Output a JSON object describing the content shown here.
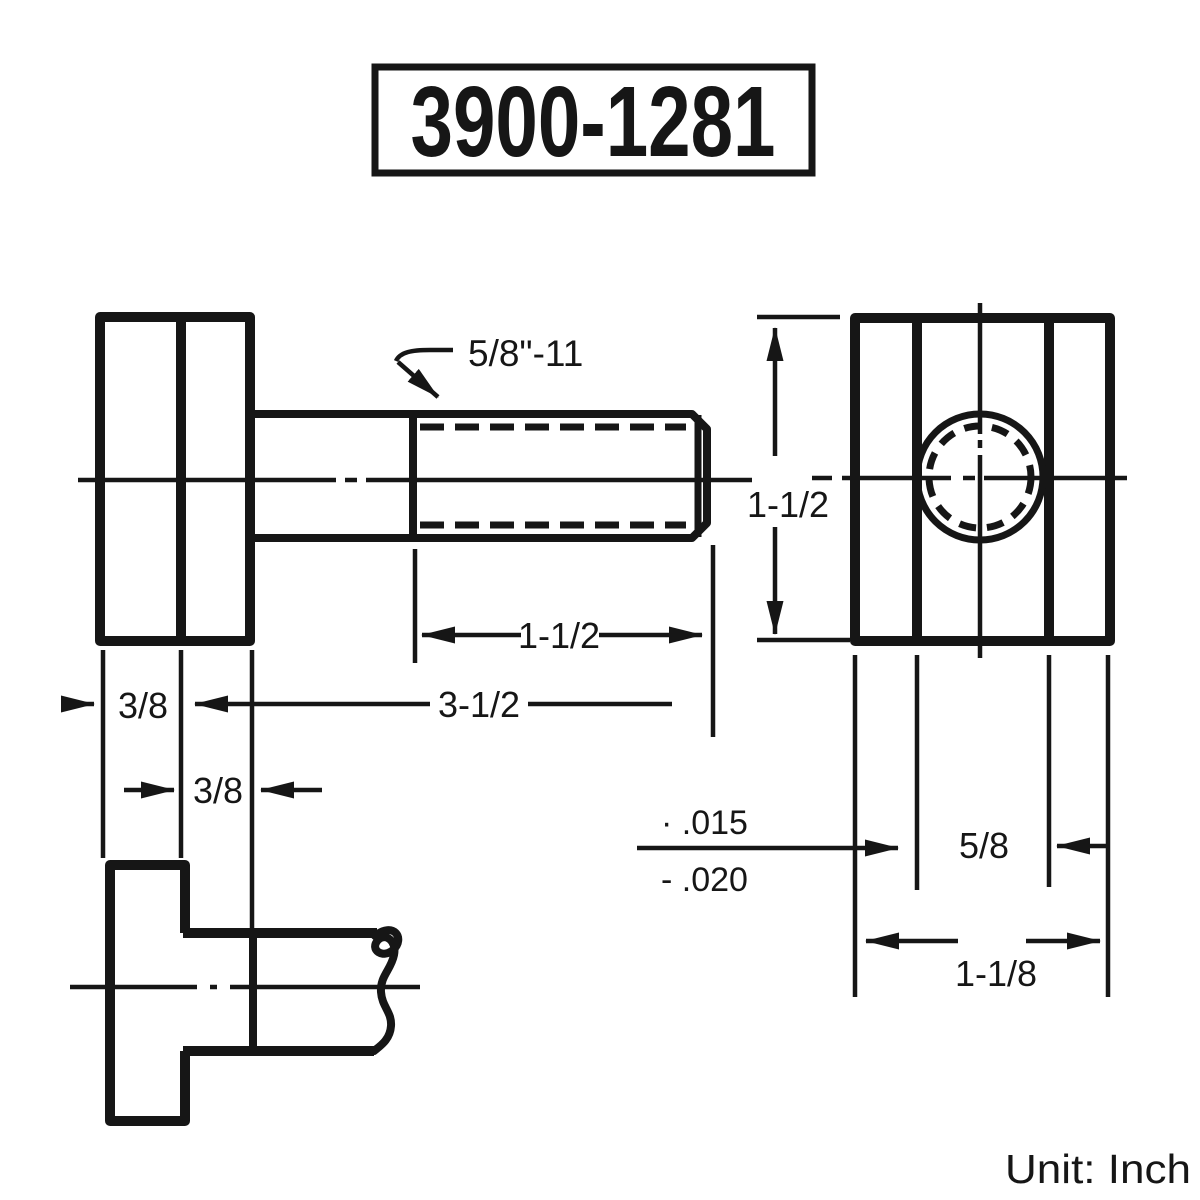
{
  "title": {
    "part_number": "3900-1281"
  },
  "footer": {
    "unit_label": "Unit: Inch"
  },
  "dimensions": {
    "thread_callout": "5/8\"-11",
    "thread_length": "1-1/2",
    "shank_overall_length": "3-1/2",
    "head_outer_thickness": "3/8",
    "head_inner_thickness": "3/8",
    "head_height": "1-1/2",
    "body_width": "5/8",
    "head_width": "1-1/8",
    "tolerance_upper": "· .015",
    "tolerance_lower": "- .020"
  },
  "colors": {
    "ink": "#161616",
    "paper": "#ffffff"
  }
}
